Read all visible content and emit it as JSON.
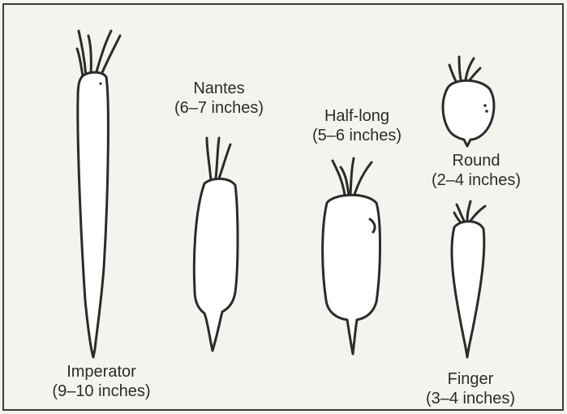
{
  "carrots": [
    {
      "id": "imperator",
      "name": "Imperator",
      "size": "(9–10 inches)"
    },
    {
      "id": "nantes",
      "name": "Nantes",
      "size": "(6–7 inches)"
    },
    {
      "id": "halflong",
      "name": "Half-long",
      "size": "(5–6 inches)"
    },
    {
      "id": "round",
      "name": "Round",
      "size": "(2–4 inches)"
    },
    {
      "id": "finger",
      "name": "Finger",
      "size": "(3–4 inches)"
    }
  ],
  "colors": {
    "ink": "#2b2b2b",
    "paper": "#f4f4ef",
    "border": "#3a3a3a"
  }
}
